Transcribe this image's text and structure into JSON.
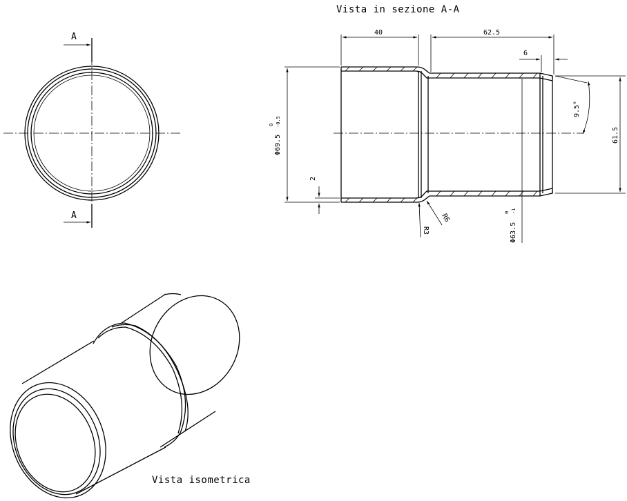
{
  "titles": {
    "section": "Vista in sezione A-A",
    "isometric": "Vista isometrica"
  },
  "section_marks": {
    "top": "A",
    "bottom": "A"
  },
  "dimensions": {
    "length_large": "40",
    "length_small": "62.5",
    "lip": "6",
    "chamfer_angle": "9.5°",
    "height_small_outer": "61.5",
    "wall": "2",
    "dia_large_value": "Φ69.5",
    "dia_large_tol_upper": "0",
    "dia_large_tol_lower": "-0.5",
    "dia_small_value": "Φ63.5",
    "dia_small_tol_upper": "0",
    "dia_small_tol_lower": "-1",
    "radius_inner": "R3",
    "radius_outer": "R6"
  }
}
